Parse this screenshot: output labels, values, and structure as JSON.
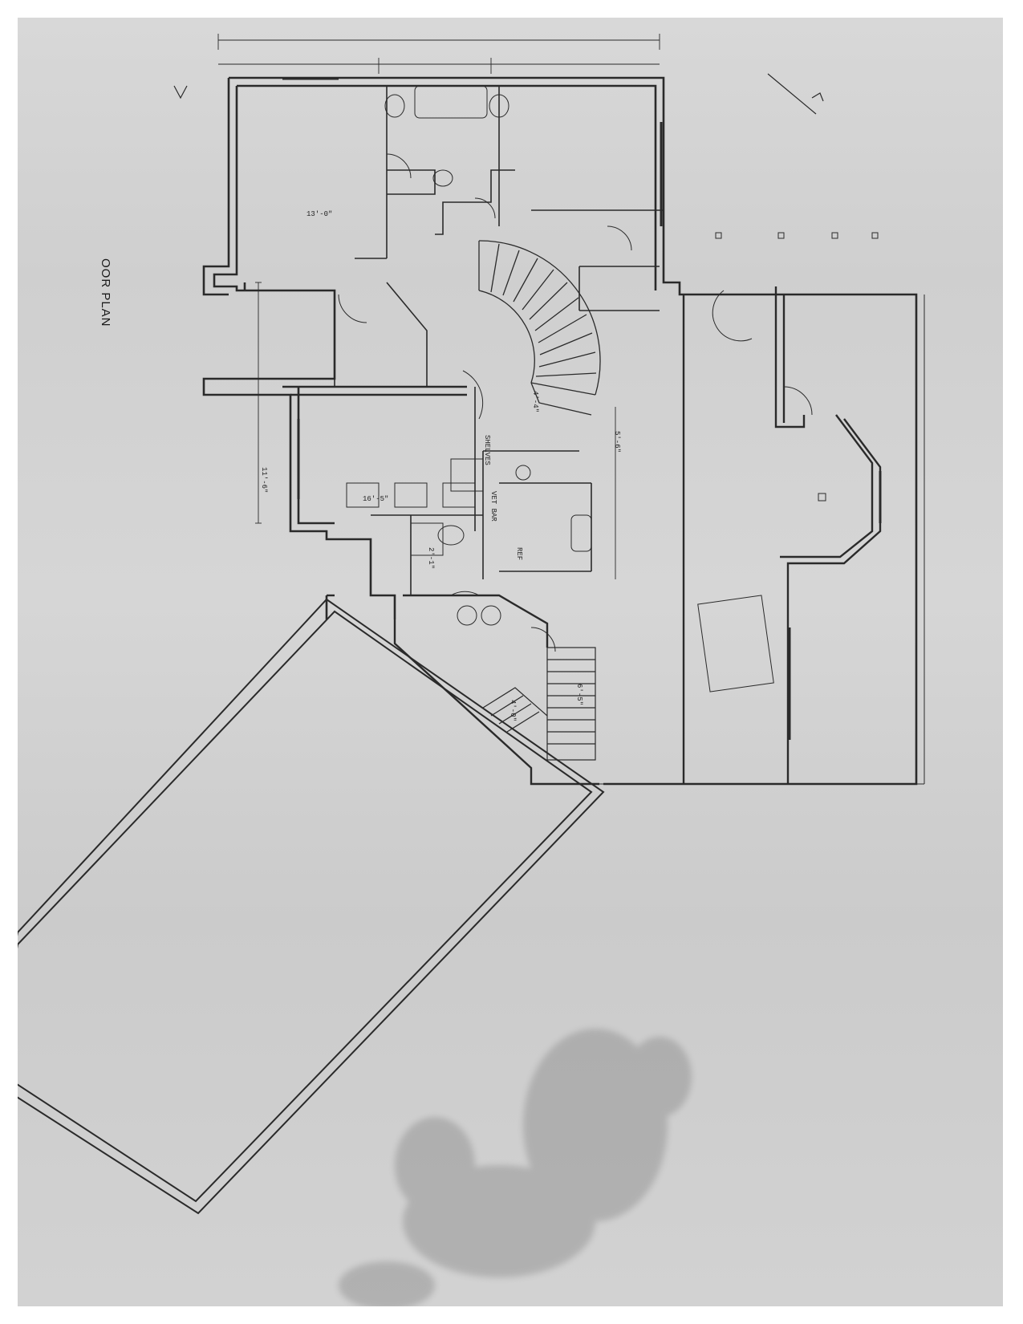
{
  "drawing": {
    "title": "OOR PLAN",
    "dimensions": [
      "13'-0\"",
      "11'-6\"",
      "16'-5\"",
      "4'-4\"",
      "5'-6\""
    ],
    "labels": [
      "SHELVES",
      "VET BAR",
      "REF",
      "2'-1\"",
      "4'-0\"",
      "6'-5\""
    ],
    "colors": {
      "paper": "#d3d3d3",
      "ink": "#2a2a2a",
      "smudge": "#8a8a8a"
    }
  }
}
